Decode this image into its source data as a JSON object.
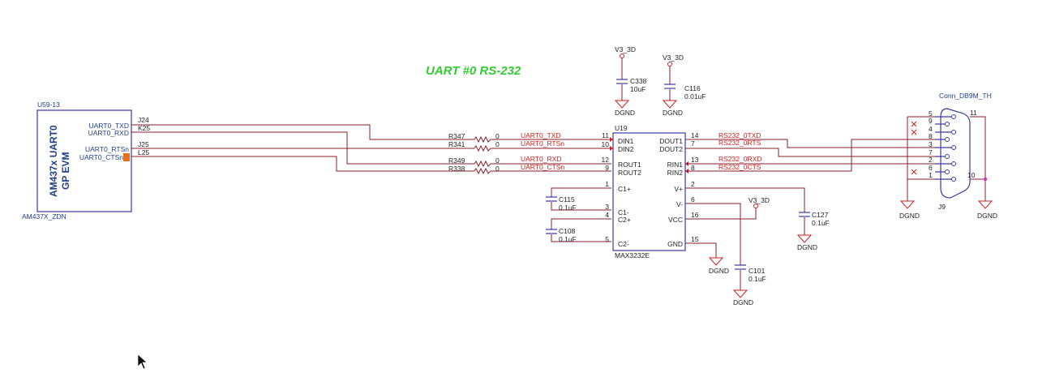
{
  "title": "UART #0 RS-232",
  "colors": {
    "title": "#33cc33",
    "wire": "#8a1e2a",
    "box": "#3a3aa8",
    "net": "#cc1f1f",
    "pin_text": "#1f3f8a"
  },
  "connector_block": {
    "ref": "U59-13",
    "part": "AM437X_ZDN",
    "line1": "AM437x UART0",
    "line2": "GP EVM",
    "pins": [
      "UART0_TXD",
      "UART0_RXD",
      "UART0_RTSn",
      "UART0_CTSn"
    ],
    "balls": [
      "J24",
      "K25",
      "J25",
      "L25"
    ]
  },
  "resistors": [
    {
      "ref": "R347",
      "value": "0",
      "net": "UART0_TXD"
    },
    {
      "ref": "R341",
      "value": "0",
      "net": "UART0_RTSn"
    },
    {
      "ref": "R349",
      "value": "0",
      "net": "UART0_RXD"
    },
    {
      "ref": "R338",
      "value": "0",
      "net": "UART0_CTSn"
    }
  ],
  "transceiver": {
    "ref": "U19",
    "part": "MAX3232E",
    "left_pins": [
      {
        "num": "11",
        "name": "DIN1"
      },
      {
        "num": "10",
        "name": "DIN2"
      },
      {
        "num": "12",
        "name": "ROUT1"
      },
      {
        "num": "9",
        "name": "ROUT2"
      },
      {
        "num": "1",
        "name": "C1+"
      },
      {
        "num": "3",
        "name": "C1-"
      },
      {
        "num": "4",
        "name": "C2+"
      },
      {
        "num": "5",
        "name": "C2-"
      }
    ],
    "right_pins": [
      {
        "num": "14",
        "name": "DOUT1",
        "net": "RS232_0TXD"
      },
      {
        "num": "7",
        "name": "DOUT2",
        "net": "RS232_0RTS"
      },
      {
        "num": "13",
        "name": "RIN1",
        "net": "RS232_0RXD"
      },
      {
        "num": "8",
        "name": "RIN2",
        "net": "RS232_0CTS"
      },
      {
        "num": "2",
        "name": "V+"
      },
      {
        "num": "6",
        "name": "V-"
      },
      {
        "num": "16",
        "name": "VCC"
      },
      {
        "num": "15",
        "name": "GND"
      }
    ]
  },
  "capacitors": {
    "c338": {
      "ref": "C338",
      "value": "10uF",
      "rail": "V3_3D",
      "ground": "DGND"
    },
    "c116": {
      "ref": "C116",
      "value": "0.01uF",
      "rail": "V3_3D",
      "ground": "DGND"
    },
    "c115": {
      "ref": "C115",
      "value": "0.1uF"
    },
    "c108": {
      "ref": "C108",
      "value": "0.1uF"
    },
    "c127": {
      "ref": "C127",
      "value": "0.1uF",
      "ground": "DGND"
    },
    "c101": {
      "ref": "C101",
      "value": "0.1uF",
      "ground": "DGND"
    }
  },
  "vcc_rail": "V3_3D",
  "u19_ground": "DGND",
  "db9": {
    "name": "Conn_DB9M_TH",
    "ref": "J9",
    "pins": [
      "5",
      "9",
      "4",
      "8",
      "3",
      "7",
      "2",
      "6",
      "1"
    ],
    "shell_pins": [
      "11",
      "10"
    ],
    "grounds": [
      "DGND",
      "DGND"
    ]
  }
}
